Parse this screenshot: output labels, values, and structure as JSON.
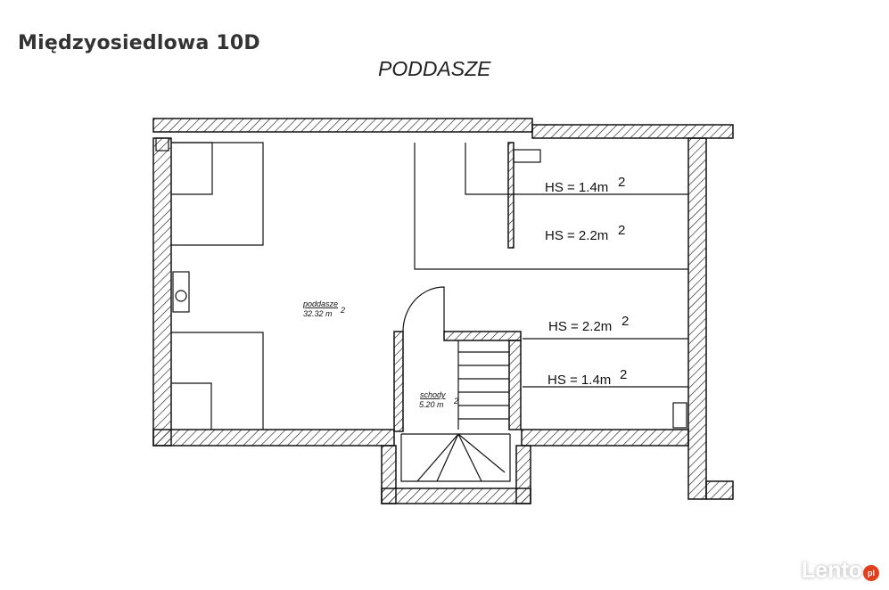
{
  "address": "Międzyosiedlowa 10D",
  "plan_title": "PODDASZE",
  "rooms": [
    {
      "name": "poddasze",
      "area": "32.32 m",
      "unit_sup": "2"
    },
    {
      "name": "schody",
      "area": "5.20 m",
      "unit_sup": "2"
    }
  ],
  "heights": [
    {
      "label": "HS = 1.4m",
      "sup": "2"
    },
    {
      "label": "HS = 2.2m",
      "sup": "2"
    },
    {
      "label": "HS = 2.2m",
      "sup": "2"
    },
    {
      "label": "HS = 1.4m",
      "sup": "2"
    }
  ],
  "watermark": {
    "text": "Lento",
    "badge": "pl"
  },
  "colors": {
    "wall_line": "#111111",
    "logo_badge": "#e2401c"
  }
}
